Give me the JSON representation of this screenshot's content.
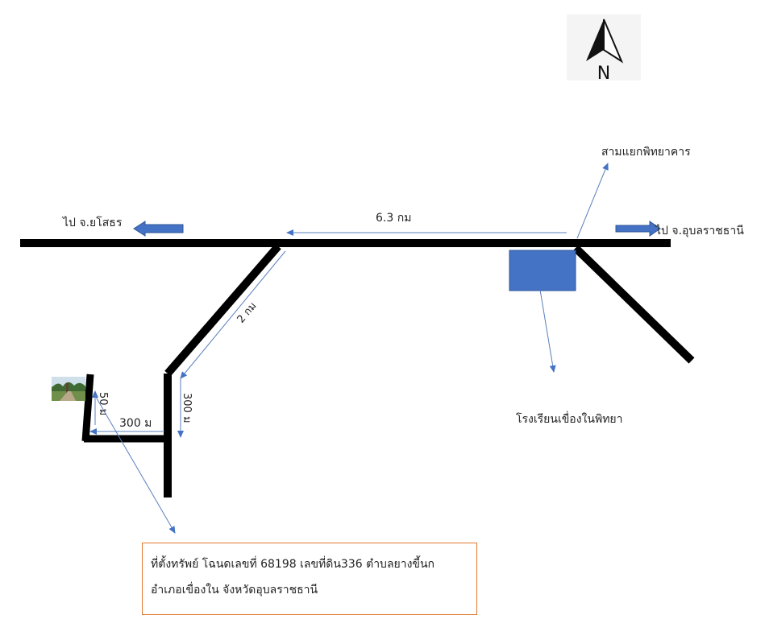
{
  "compass": {
    "letter": "N"
  },
  "labels": {
    "to_yasothon": "ไป จ.ยโสธร",
    "to_ubon": "ไป จ.อุบลราชธานี",
    "junction": "สามแยกพิทยาคาร",
    "school": "โรงเรียนเขื่องในพิทยา",
    "dist_main": "6.3 กม",
    "dist_diag": "2 กม",
    "dist_300_vertical": "300 ม",
    "dist_300_horizontal": "300 ม",
    "dist_50": "50 ม"
  },
  "info_box": {
    "line1": "ที่ตั้งทรัพย์ โฉนดเลขที่ 68198 เลขที่ดิน336 ตำบลยางขี้นก",
    "line2": "อำเภอเขื่องใน จังหวัดอุบลราชธานี"
  },
  "colors": {
    "road": "#000000",
    "arrow_fill": "#4472c4",
    "guide_line": "#5b7fbf",
    "box_border": "#e07a2e"
  }
}
